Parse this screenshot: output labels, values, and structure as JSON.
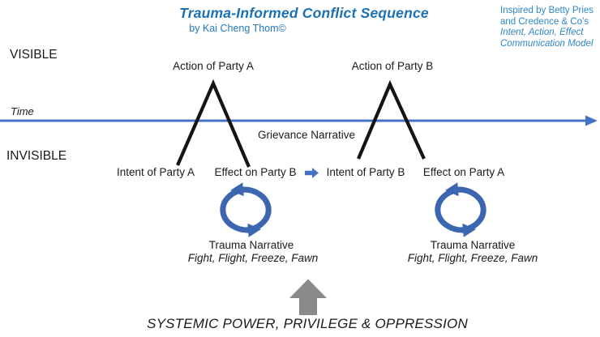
{
  "header": {
    "title": "Trauma-Informed Conflict Sequence",
    "subtitle": "by Kai Cheng Thom©",
    "credit": {
      "line1": "Inspired by Betty Pries",
      "line2": "and Credence & Co’s",
      "line3": "Intent, Action, Effect",
      "line4": "Communication Model"
    }
  },
  "timeline": {
    "visible_label": "VISIBLE",
    "time_label": "Time",
    "invisible_label": "INVISIBLE"
  },
  "sequence": {
    "action_a": "Action of Party A",
    "action_b": "Action of Party B",
    "grievance": "Grievance Narrative",
    "intent_a": "Intent of Party A",
    "effect_b": "Effect on Party B",
    "intent_b": "Intent of Party B",
    "effect_a": "Effect on Party A"
  },
  "trauma": {
    "label": "Trauma Narrative",
    "responses": "Fight, Flight, Freeze, Fawn"
  },
  "footer": {
    "label": "SYSTEMIC POWER, PRIVILEGE & OPPRESSION"
  },
  "icons": {
    "timeline_arrow": "right-arrow-line",
    "conflict_peak": "caret-peak",
    "transfer_arrow": "right-block-arrow",
    "trauma_cycle": "cycle-arrows",
    "systemic_arrow": "up-block-arrow"
  },
  "colors": {
    "title_blue": "#1b70b6",
    "credit_blue": "#2e86c5",
    "line_blue": "#4472c4",
    "loop_blue": "#3c66b0",
    "arrow_gray": "#8a8a8a",
    "text_black": "#1a1a1a"
  }
}
